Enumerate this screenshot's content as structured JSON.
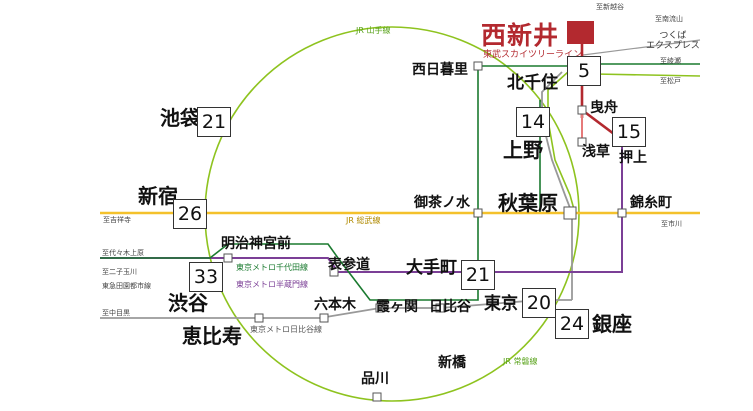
{
  "brand": {
    "name": "西新井",
    "line": "東武スカイツリーライン"
  },
  "colors": {
    "jr_yamanote": "#8ec31f",
    "jr_sobu": "#f4c12b",
    "brand_red": "#b3292f",
    "chiyoda": "#1a7a2f",
    "hanzomon": "#7b3f96",
    "hibiya": "#999999",
    "tobu": "#e67a7a"
  },
  "line_labels": {
    "yamanote": "JR 山手線",
    "sobu": "JR 総武線",
    "joban": "JR 常磐線",
    "chiyoda": "東京メトロ千代田線",
    "hanzomon": "東京メトロ半蔵門線",
    "hibiya": "東京メトロ日比谷線",
    "tsukuba": "つくば\nエクスプレス"
  },
  "destinations": {
    "shin_koshigaya": "至新越谷",
    "minami_nagareyama": "至南流山",
    "ayase": "至綾瀬",
    "matsudo": "至松戸",
    "kichijoji": "至吉祥寺",
    "yoyogi_uehara": "至代々木上原",
    "futako_tamagawa": "至二子玉川",
    "toyoko": "東急田園都市線",
    "naka_meguro": "至中目黒",
    "nishi_funabashi": "至市川"
  },
  "stations": {
    "nishinippori": "西日暮里",
    "kitasenju": "北千住",
    "ikebukuro": "池袋",
    "ueno": "上野",
    "hikifune": "曳舟",
    "asakusa": "浅草",
    "oshiage": "押上",
    "shinjuku": "新宿",
    "ochanomizu": "御茶ノ水",
    "akihabara": "秋葉原",
    "kinshicho": "錦糸町",
    "meijijingumae": "明治神宮前",
    "omotesando": "表参道",
    "otemachi": "大手町",
    "shibuya": "渋谷",
    "roppongi": "六本木",
    "kasumigaseki": "霞ヶ関",
    "hibiya": "日比谷",
    "tokyo": "東京",
    "ginza": "銀座",
    "ebisu": "恵比寿",
    "shimbashi": "新橋",
    "shinagawa": "品川"
  },
  "minutes": {
    "kitasenju": "5",
    "ikebukuro": "21",
    "ueno": "14",
    "oshiage": "15",
    "shinjuku": "26",
    "shibuya": "33",
    "otemachi": "21",
    "tokyo": "20",
    "ginza": "24"
  }
}
